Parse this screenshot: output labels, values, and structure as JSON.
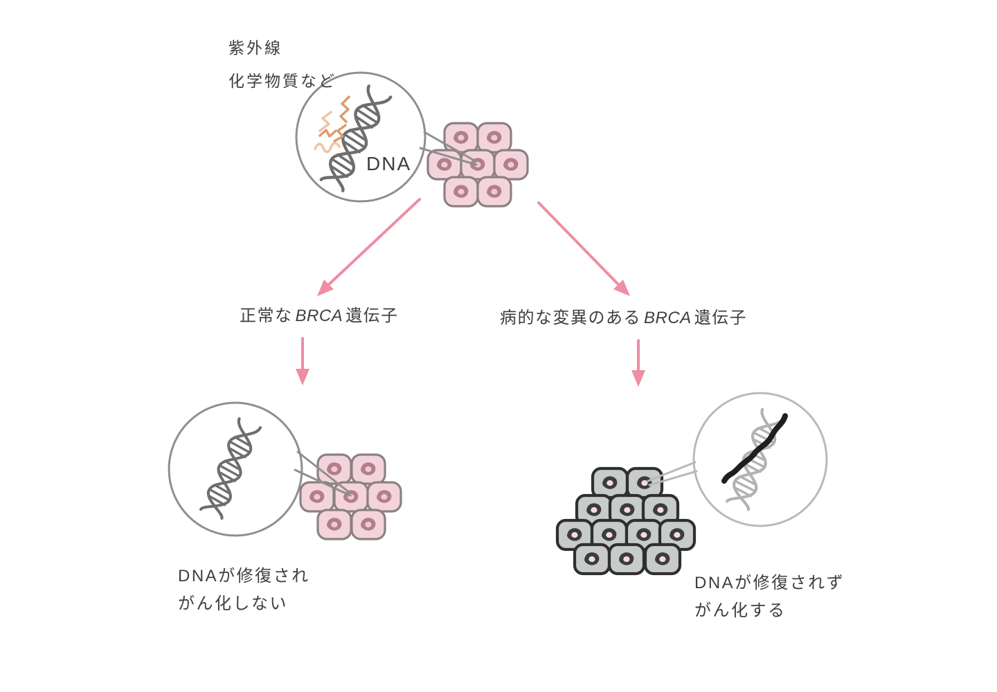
{
  "top": {
    "cause_line1": "紫外線",
    "cause_line2": "化学物質など",
    "dna_label": "DNA"
  },
  "left_branch": {
    "gene_pre": "正常な",
    "gene_name": "BRCA",
    "gene_post": "遺伝子",
    "outcome_line1": "DNAが修復され",
    "outcome_line2": "がん化しない"
  },
  "right_branch": {
    "gene_pre": "病的な変異のある",
    "gene_name": "BRCA",
    "gene_post": "遺伝子",
    "outcome_line1": "DNAが修復されず",
    "outcome_line2": "がん化する"
  },
  "colors": {
    "background": "#ffffff",
    "text": "#3e3e3e",
    "arrow_pink": "#ef8da3",
    "cell_pink_fill": "#f4d4db",
    "cell_pink_outline": "#8b8084",
    "nucleus_pink": "#b27d90",
    "nucleus_pink_center": "#efc9d4",
    "cell_gray_fill": "#c8ccc8",
    "cell_gray_outline": "#2f2f2f",
    "nucleus_gray": "#3c3c3c",
    "nucleus_gray_center": "#f4dbe1",
    "circle_outline": "#8f8f8f",
    "circle_outline_light": "#b9b9b9",
    "helix_gray": "#6e6e6e",
    "helix_light": "#b2b2b2",
    "damage_orange": "#dc9b6e",
    "damage_orange_light": "#ecc4a9",
    "mutation_black": "#1f1f1f"
  }
}
